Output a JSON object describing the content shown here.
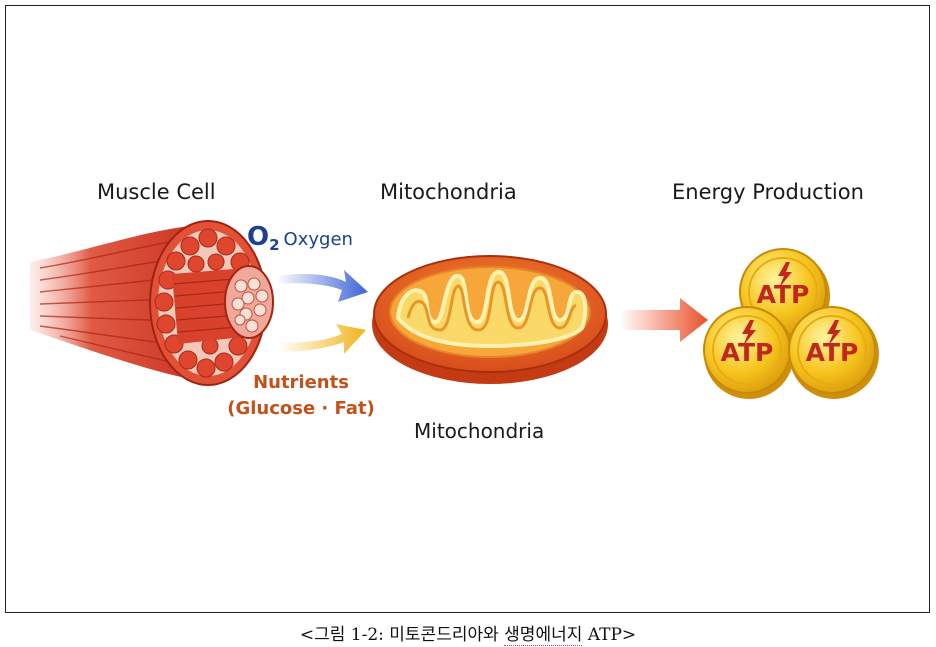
{
  "titles": {
    "muscle_cell": "Muscle Cell",
    "mitochondria": "Mitochondria",
    "energy_production": "Energy Production",
    "mitochondria_label": "Mitochondria"
  },
  "inputs": {
    "oxygen_symbol": "O",
    "oxygen_subscript": "2",
    "oxygen_label": "Oxygen",
    "nutrients_line1": "Nutrients",
    "nutrients_line2": "(Glucose · Fat)"
  },
  "atp": [
    "ATP",
    "ATP",
    "ATP"
  ],
  "caption": {
    "prefix": "<그림 1-2: 미토콘드리아와 ",
    "underlined": "생명에너지",
    "suffix": " ATP>"
  },
  "colors": {
    "oxygen_arrow": "#3d63d6",
    "nutrient_arrow": "#f2b21b",
    "energy_arrow": "#e8502a",
    "atp_coin": "#f6c41c",
    "muscle": "#d63a2a"
  }
}
